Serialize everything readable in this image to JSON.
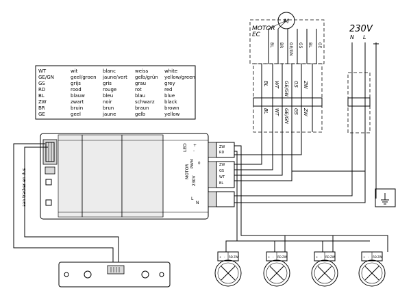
{
  "color_table": {
    "rows": [
      [
        "WT",
        "wit",
        "blanc",
        "weiss",
        "white"
      ],
      [
        "GE/GN",
        "geel/groen",
        "jaune/vert",
        "gelb/grün",
        "yellow/green"
      ],
      [
        "GS",
        "grijs",
        "gris",
        "grau",
        "grey"
      ],
      [
        "RD",
        "rood",
        "rouge",
        "rot",
        "red"
      ],
      [
        "BL",
        "blauw",
        "bleu",
        "blau",
        "blue"
      ],
      [
        "ZW",
        "zwart",
        "noir",
        "schwarz",
        "black"
      ],
      [
        "BR",
        "bruin",
        "brun",
        "braun",
        "brown"
      ],
      [
        "GE",
        "geel",
        "jaune",
        "gelb",
        "yellow"
      ]
    ]
  },
  "motor": {
    "label_line1": "MOTOR",
    "label_line2": "EC",
    "symbol": "M",
    "wires": [
      "BL",
      "BR",
      "GE/GN",
      "GS",
      "BL",
      "GE"
    ],
    "cable_labels_upper": [
      "BL",
      "WT",
      "GE/GN",
      "GS",
      "ZW"
    ],
    "cable_labels_lower": [
      "BL",
      "WT",
      "GE/GN",
      "GS",
      "ZW"
    ]
  },
  "supply": {
    "voltage": "230V",
    "n": "N",
    "l": "L"
  },
  "controller": {
    "led_label": "LED",
    "led_plus": "+",
    "led_minus": "-",
    "motor_label": "MOTOR",
    "pwm_label": "PWM",
    "zero_label": "0",
    "v230_label": "230V",
    "l_label": "L",
    "n_label": "N",
    "side_label": "aan tracker en dus",
    "term_top": [
      "ZW",
      "RD"
    ],
    "term_mid": [
      "ZW",
      "GS",
      "WT",
      "BL"
    ]
  },
  "leds": {
    "count": 4,
    "terminal_labels": [
      "+",
      "-",
      "RD",
      "ZW"
    ]
  },
  "ground_symbol": "⏚"
}
